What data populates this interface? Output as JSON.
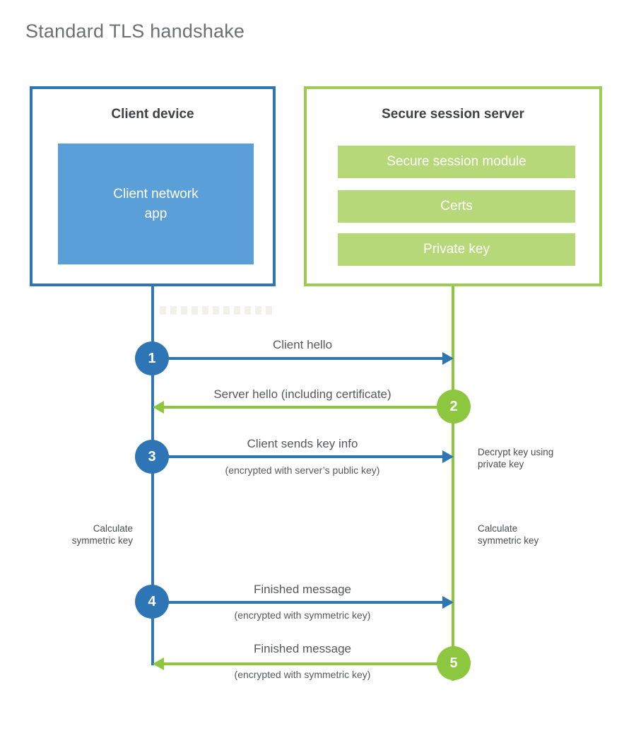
{
  "title": "Standard TLS handshake",
  "client": {
    "title": "Client device",
    "app_label": "Client network\napp"
  },
  "server": {
    "title": "Secure session server",
    "modules": [
      "Secure session module",
      "Certs",
      "Private key"
    ]
  },
  "steps": [
    {
      "number": "1",
      "from": "client",
      "direction": "right",
      "label": "Client hello",
      "sublabel": ""
    },
    {
      "number": "2",
      "from": "server",
      "direction": "left",
      "label": "Server hello (including certificate)",
      "sublabel": ""
    },
    {
      "number": "3",
      "from": "client",
      "direction": "right",
      "label": "Client sends key info",
      "sublabel": "(encrypted with server’s public key)"
    },
    {
      "number": "4",
      "from": "client",
      "direction": "right",
      "label": "Finished message",
      "sublabel": "(encrypted with symmetric key)"
    },
    {
      "number": "5",
      "from": "server",
      "direction": "left",
      "label": "Finished message",
      "sublabel": "(encrypted with symmetric key)"
    }
  ],
  "annotations": {
    "decrypt_key": "Decrypt key using\nprivate key",
    "calculate_left": "Calculate\nsymmetric key",
    "calculate_right": "Calculate\nsymmetric key"
  },
  "colors": {
    "client_blue": "#2e75b6",
    "client_fill": "#5b9fd8",
    "server_green": "#8dc63f",
    "server_border": "#9ccc52",
    "server_fill": "#b6d879"
  }
}
